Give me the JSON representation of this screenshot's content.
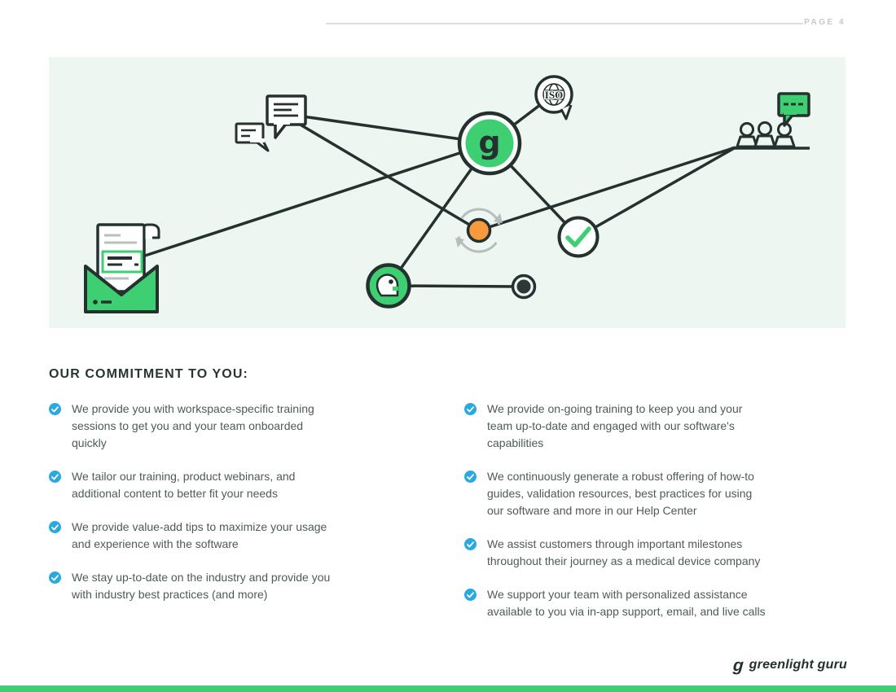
{
  "header": {
    "page_label": "PAGE 4"
  },
  "illustration": {
    "iso_label": "ISO",
    "logo_glyph": "g",
    "icons": [
      "chat-bubbles-icon",
      "iso-globe-badge-icon",
      "greenlight-logo-icon",
      "audience-group-icon",
      "green-speech-bubble-icon",
      "open-envelope-letter-icon",
      "sync-arrows-icon",
      "orange-node-icon",
      "check-circle-icon",
      "guru-head-icon",
      "dot-node-icon"
    ]
  },
  "commitment": {
    "heading": "OUR COMMITMENT TO YOU:",
    "left_items": [
      "We provide you with workspace-specific training sessions to get you and your team onboarded quickly",
      "We tailor our training, product webinars, and additional content to better fit your needs",
      "We provide value-add tips to maximize your usage and experience with the software",
      "We stay up-to-date on the industry and provide you with industry best practices (and more)"
    ],
    "right_items": [
      "We provide on-going training to keep you and your team up-to-date and engaged with our software's capabilities",
      "We continuously generate a robust offering of how-to guides, validation resources, best practices for using our software and more in our Help Center",
      "We assist customers through important milestones throughout their journey as a medical device company",
      "We support your team with personalized assistance available to you via in-app support, email, and live calls"
    ]
  },
  "footer": {
    "brand": "greenlight guru",
    "logo_glyph": "g"
  },
  "colors": {
    "green": "#3ecf73",
    "dark": "#24312f",
    "orange": "#f79a3e",
    "bullet_blue": "#29a9e0",
    "panel_bg": "#edf6f1"
  }
}
